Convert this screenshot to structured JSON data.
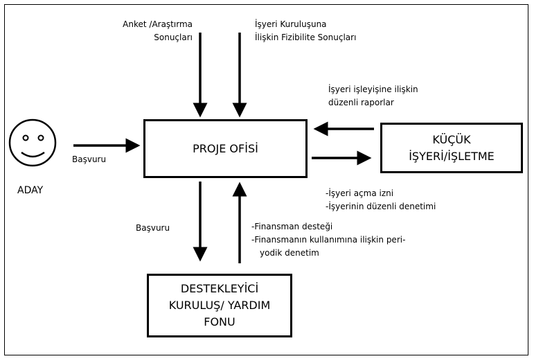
{
  "nodes": {
    "proje": "PROJE OFİSİ",
    "kucuk": [
      "KÜÇÜK",
      "İŞYERİ/İŞLETME"
    ],
    "destek": [
      "DESTEKLEYİCİ",
      "KURULUŞ/ YARDIM",
      "FONU"
    ],
    "aday": "ADAY"
  },
  "labels": {
    "anket": [
      "Anket /Araştırma",
      "Sonuçları"
    ],
    "fizibilite": [
      "İşyeri Kuruluşuna",
      "İlişkin Fizibilite Sonuçları"
    ],
    "raporlar": [
      "İşyeri işleyişine ilişkin",
      "düzenli raporlar"
    ],
    "basvuru_aday": "Başvuru",
    "izin": [
      "-İşyeri açma izni",
      "-İşyerinin düzenli denetimi"
    ],
    "basvuru_fon": "Başvuru",
    "finansman": [
      "-Finansman desteği",
      "-Finansmanın kullanımına  ilişkin peri-",
      "yodik denetim"
    ]
  }
}
